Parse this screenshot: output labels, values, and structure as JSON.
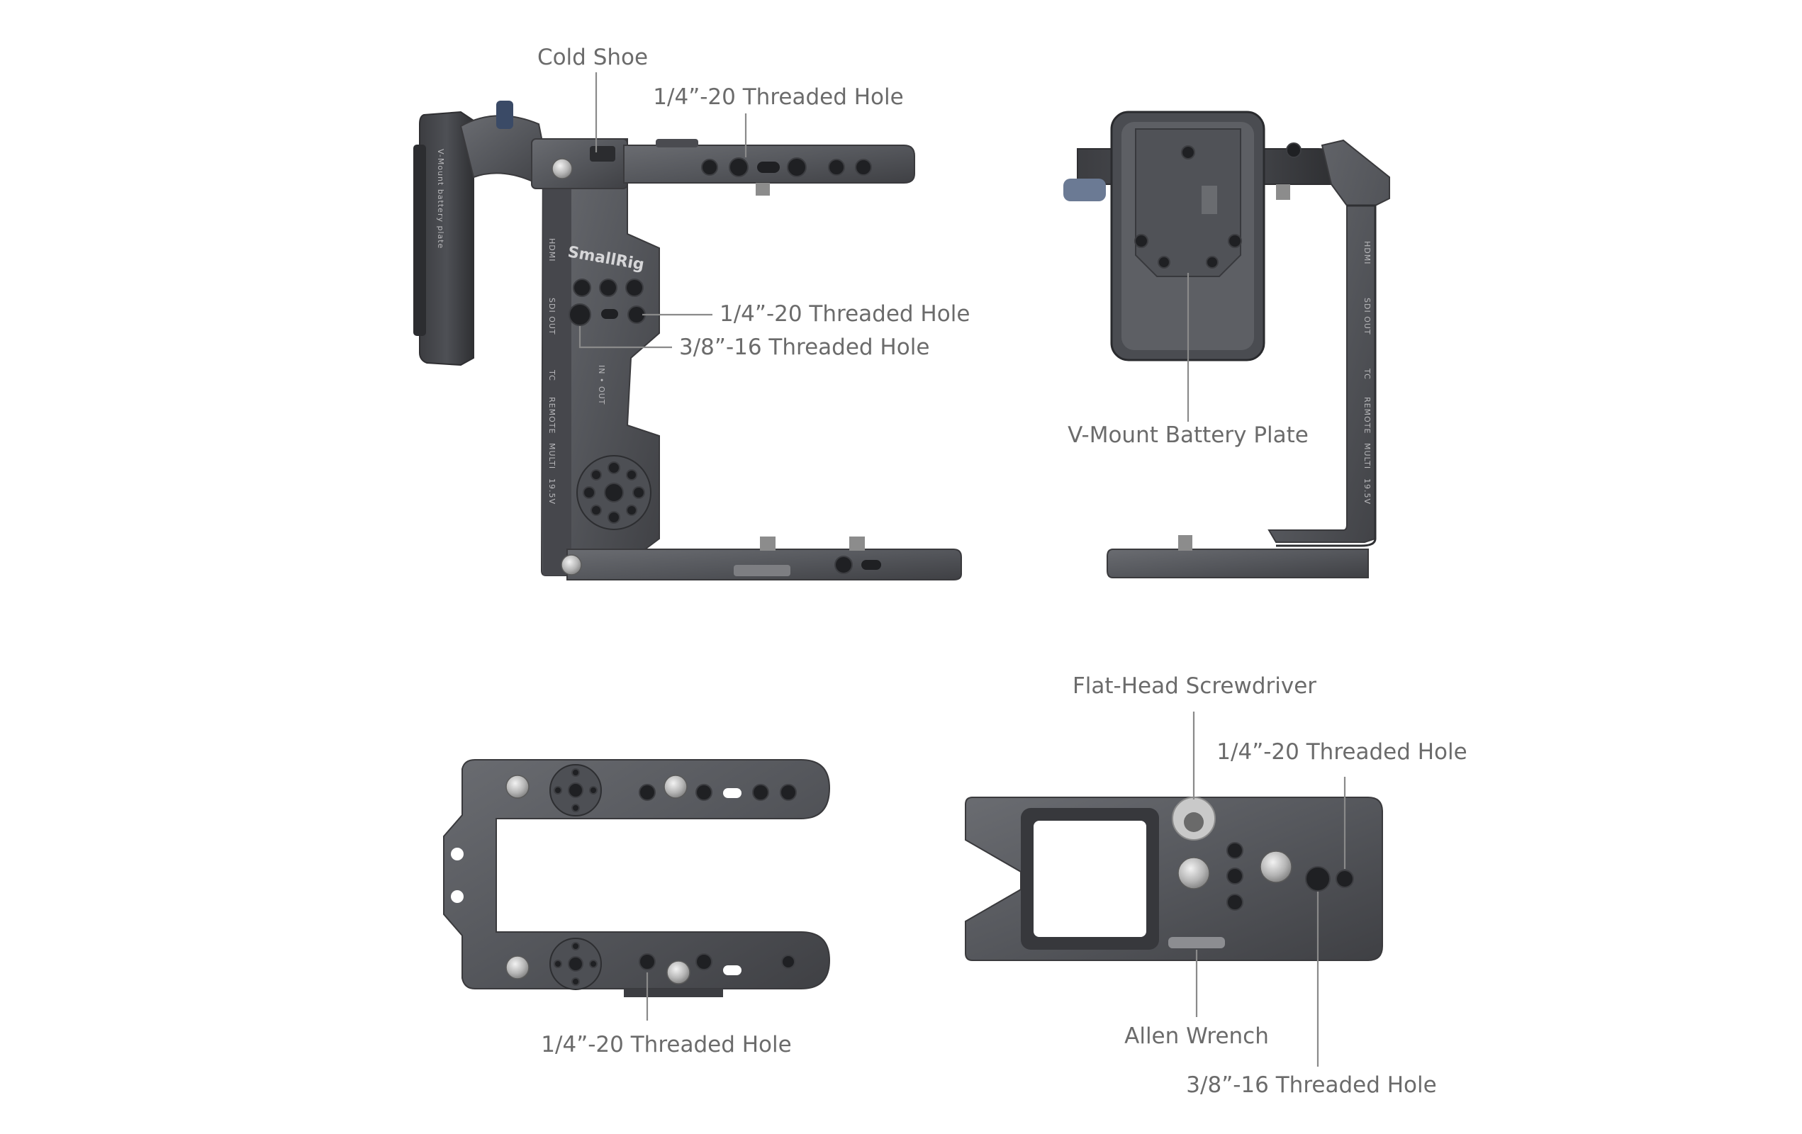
{
  "callouts": {
    "cold_shoe": "Cold Shoe",
    "top_handle_threaded_hole": "1/4”-20 Threaded Hole",
    "side_threaded_hole_quarter": "1/4”-20 Threaded Hole",
    "side_threaded_hole_three_eighths": "3/8”-16 Threaded Hole",
    "v_mount_battery_plate": "V-Mount Battery Plate",
    "flat_head_screwdriver": "Flat-Head Screwdriver",
    "base_threaded_hole_quarter": "1/4”-20 Threaded Hole",
    "top_plate_threaded_hole": "1/4”-20 Threaded Hole",
    "allen_wrench": "Allen Wrench",
    "base_threaded_hole_three_eighths": "3/8”-16 Threaded Hole"
  },
  "engravings": {
    "brand": "SmallRig",
    "battery_plate": "V-Mount battery plate",
    "ports": [
      "HDMI",
      "SDI OUT",
      "TC",
      "REMOTE",
      "MULTI",
      "19.5V"
    ],
    "io": "IN • OUT"
  },
  "colors": {
    "background": "#ffffff",
    "label": "#6b6b6b",
    "leader_line": "#8a8a8a",
    "metal": "#55575c",
    "metal_dark": "#3c3d41"
  }
}
